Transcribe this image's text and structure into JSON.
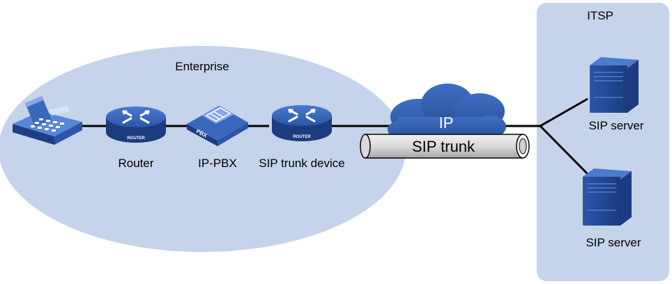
{
  "zones": {
    "enterprise": {
      "label": "Enterprise",
      "color": "#c5d4ea"
    },
    "itsp": {
      "label": "ITSP",
      "color": "#c5d4ea"
    }
  },
  "devices": {
    "phone": {
      "icon": "phone-icon"
    },
    "router": {
      "label": "Router",
      "badge": "ROUTER",
      "icon": "router-icon"
    },
    "ippbx": {
      "label": "IP-PBX",
      "badge": "PBX",
      "icon": "pbx-icon"
    },
    "sip_trunk_device": {
      "label": "SIP trunk device",
      "badge": "ROUTER",
      "icon": "router-icon"
    },
    "sip_server_1": {
      "label": "SIP server",
      "icon": "server-icon"
    },
    "sip_server_2": {
      "label": "SIP server",
      "icon": "server-icon"
    }
  },
  "network": {
    "cloud_label": "IP",
    "trunk_label": "SIP trunk",
    "cloud_color": "#2e5aa8"
  },
  "colors": {
    "device_blue": "#2d5bb0",
    "device_dark": "#1c3c80",
    "line": "#000000"
  }
}
